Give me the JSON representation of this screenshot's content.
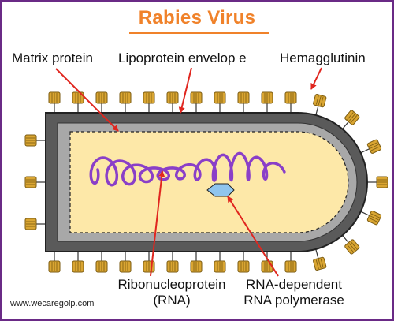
{
  "title": "Rabies Virus",
  "labels": {
    "matrix_protein": "Matrix protein",
    "lipoprotein_envelope": "Lipoprotein envelop e",
    "hemagglutinin": "Hemagglutinin",
    "ribonucleoprotein_line1": "Ribonucleoprotein",
    "ribonucleoprotein_line2": "(RNA)",
    "polymerase_line1": "RNA-dependent",
    "polymerase_line2": "RNA polymerase"
  },
  "watermark": "www.wecaregolp.com",
  "colors": {
    "frame": "#6a2a86",
    "title": "#f0822a",
    "envelope": "#5a5a5a",
    "matrix_layer": "#a8a8a8",
    "core": "#fde8a8",
    "rna": "#8a3fc8",
    "polymerase": "#8fc5ee",
    "spike": "#d9a532",
    "arrow": "#e0261f"
  }
}
